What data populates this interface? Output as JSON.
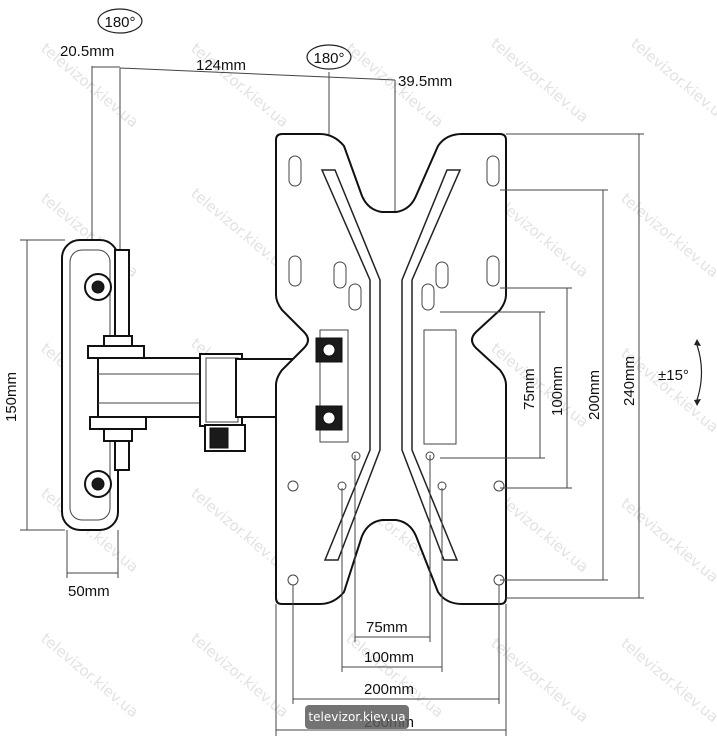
{
  "rotation": {
    "left": "180°",
    "middle": "180°"
  },
  "tilt": "±15°",
  "dimensions": {
    "offset_left": "20.5mm",
    "arm_length": "124mm",
    "offset_right": "39.5mm",
    "wall_height": "150mm",
    "wall_depth": "50mm",
    "vesa_75": "75mm",
    "vesa_100": "100mm",
    "vesa_200": "200mm",
    "plate_height": "240mm",
    "h_75": "75mm",
    "h_100": "100mm",
    "h_200": "200mm",
    "plate_width": "260mm"
  },
  "watermark": "televizor.kiev.ua",
  "badge": "televizor.kiev.ua"
}
